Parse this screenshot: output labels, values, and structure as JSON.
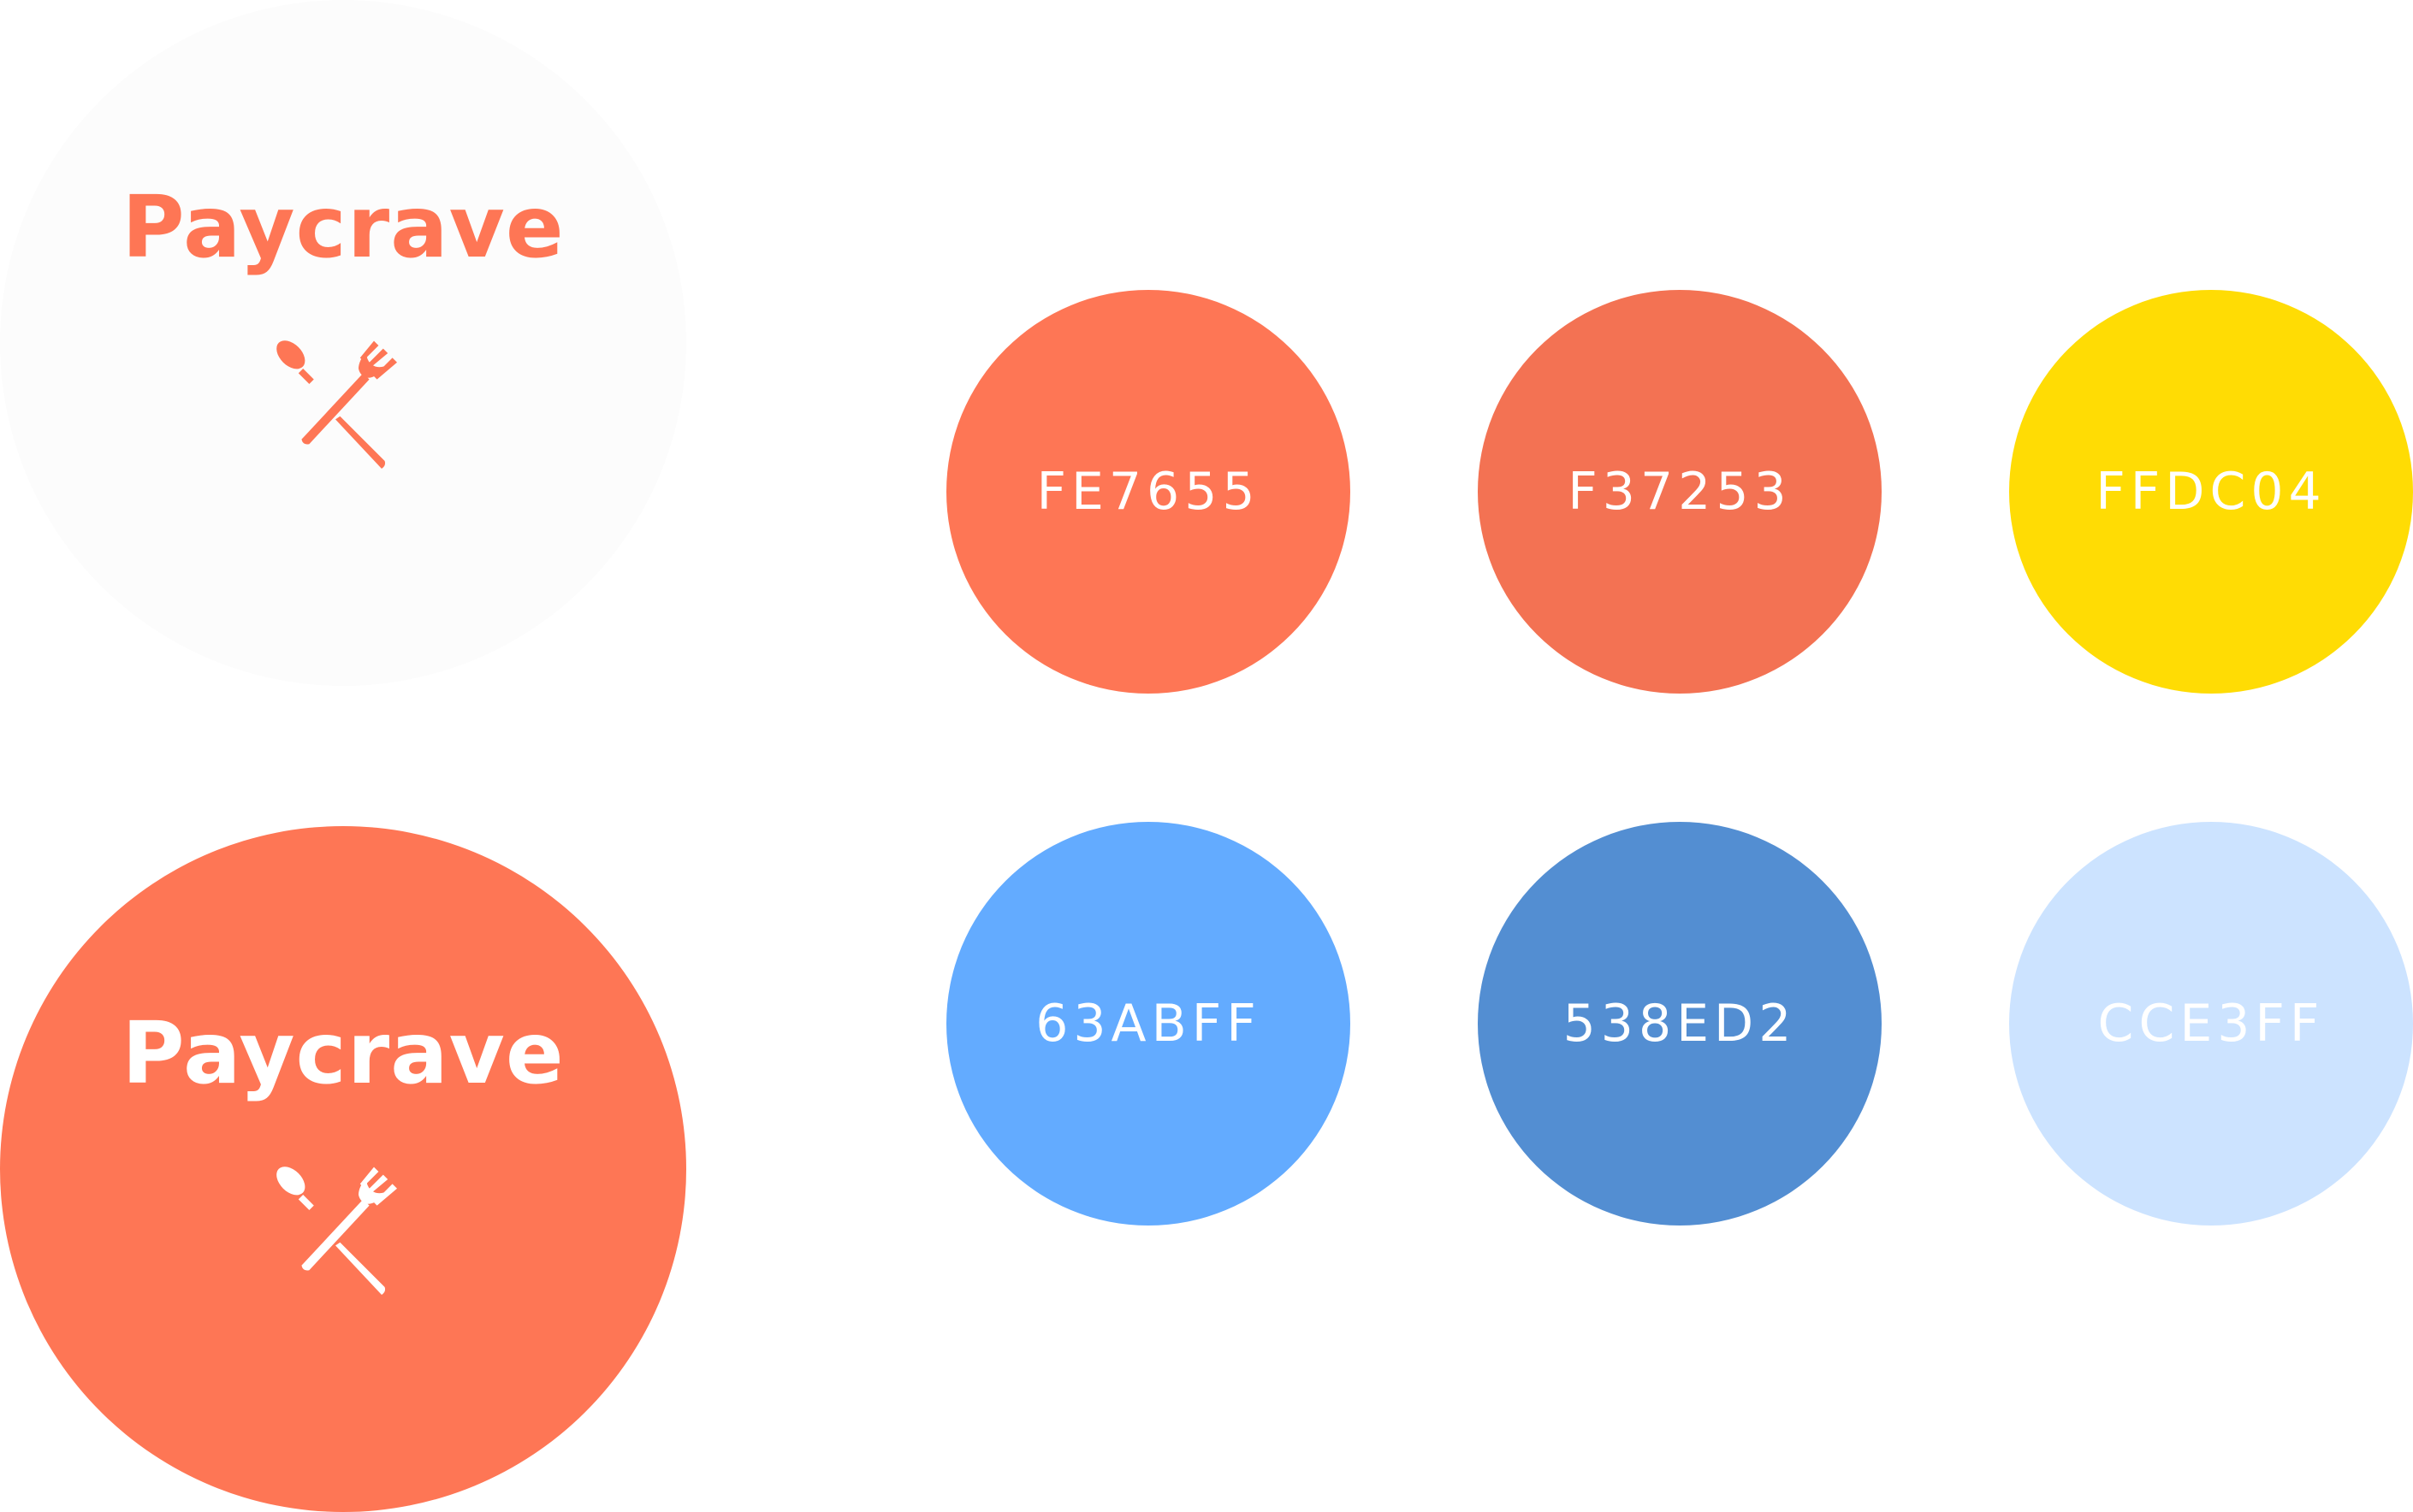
{
  "brand": {
    "name": "Paycrave",
    "icon": "fork-and-spoon-icon",
    "primary_color": "#FE7655"
  },
  "logos": [
    {
      "name": "Paycrave",
      "background": "#FCFCFC",
      "foreground": "#FE7655"
    },
    {
      "name": "Paycrave",
      "background": "#FE7655",
      "foreground": "#FFFFFF"
    }
  ],
  "palette": [
    {
      "label": "FE7655",
      "color": "#FE7655"
    },
    {
      "label": "F37253",
      "color": "#F37253"
    },
    {
      "label": "FFDC04",
      "color": "#FFDC04"
    },
    {
      "label": "63ABFF",
      "color": "#63ABFF"
    },
    {
      "label": "538ED2",
      "color": "#538ED2"
    },
    {
      "label": "CCE3FF",
      "color": "#CCE3FF"
    }
  ]
}
